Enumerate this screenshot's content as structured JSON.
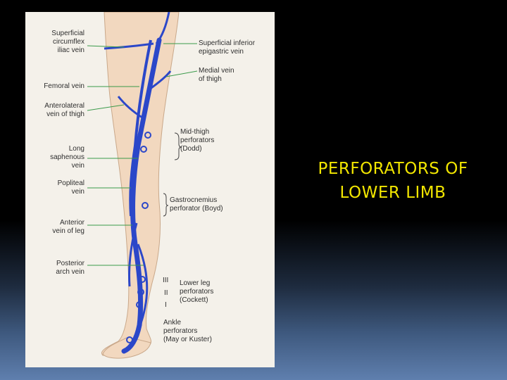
{
  "slide": {
    "title_line1": "PERFORATORS OF",
    "title_line2": "LOWER LIMB",
    "title_color": "#f2e600"
  },
  "figure": {
    "labels_left": {
      "superficial_circumflex_iliac": "Superficial\ncircumflex\niliac vein",
      "femoral": "Femoral vein",
      "anterolateral": "Anterolateral\nvein of thigh",
      "long_saphenous": "Long\nsaphenous\nvein",
      "popliteal": "Popliteal\nvein",
      "anterior_leg": "Anterior\nvein of leg",
      "posterior_arch": "Posterior\narch vein"
    },
    "labels_right": {
      "superficial_inferior_epigastric": "Superficial inferior\nepigastric vein",
      "medial_thigh": "Medial vein\nof thigh",
      "mid_thigh_perforators": "Mid-thigh\nperforators\n(Dodd)",
      "gastrocnemius": "Gastrocnemius\nperforator (Boyd)",
      "lower_leg_perforators": "Lower leg\nperforators\n(Cockett)",
      "ankle_perforators": "Ankle\nperforators\n(May or Kuster)"
    },
    "cockett_numerals": {
      "iii": "III",
      "ii": "II",
      "i": "I"
    }
  },
  "colors": {
    "vein": "#2b47c9",
    "skin": "#f2d8bf",
    "leader_line": "#3a9a4a",
    "label_text": "#2f2f2f"
  }
}
